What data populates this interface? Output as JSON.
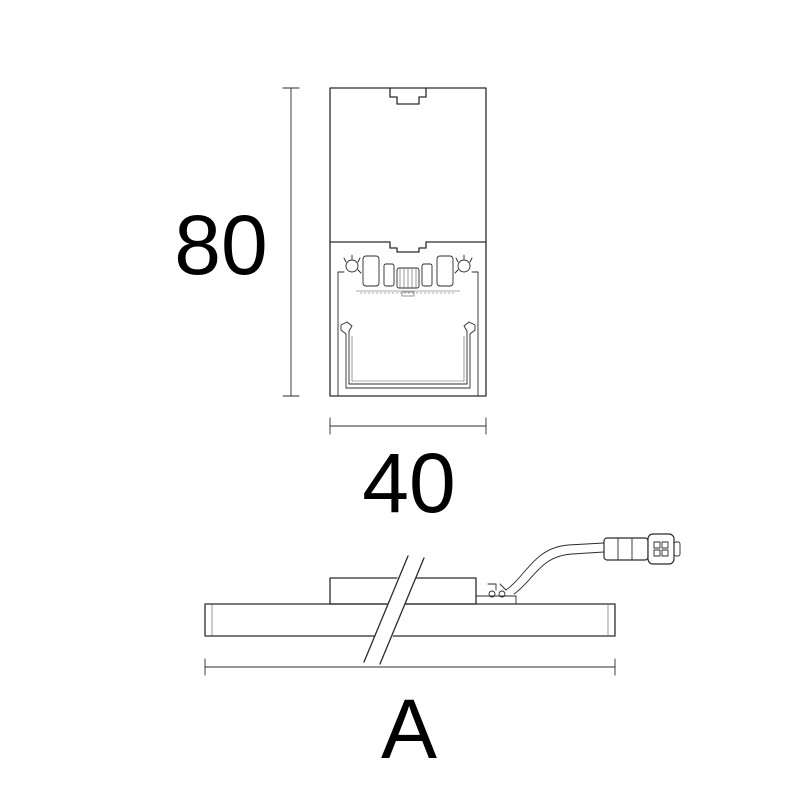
{
  "drawing": {
    "dimensions": {
      "height_label": "80",
      "width_label": "40",
      "length_label": "A"
    },
    "colors": {
      "line": "#2b2b2b",
      "text": "#000000",
      "background": "#ffffff"
    }
  }
}
